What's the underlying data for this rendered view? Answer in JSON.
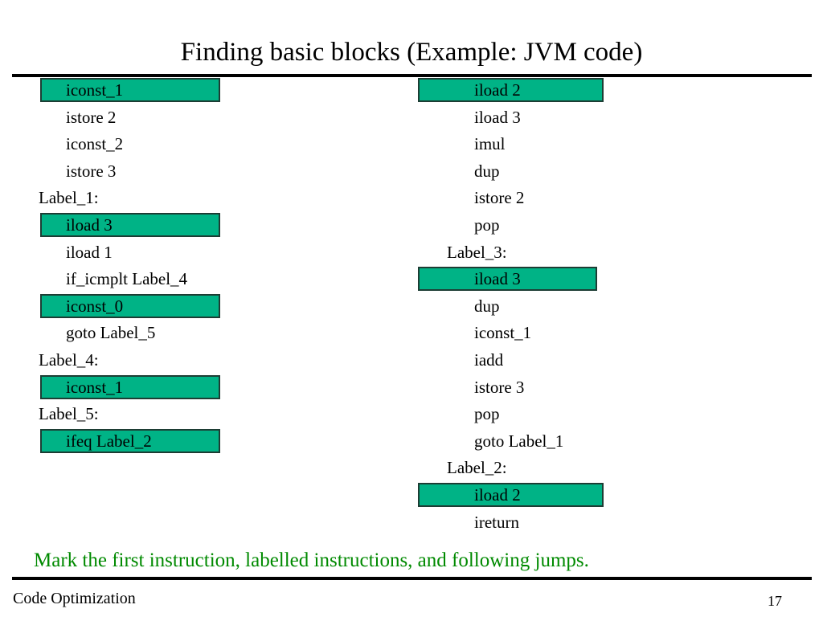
{
  "slide": {
    "title": "Finding basic blocks (Example: JVM code)",
    "caption": "Mark the first instruction, labelled instructions, and following jumps.",
    "marked_color": "#00B386",
    "caption_color": "#008A00",
    "footer": {
      "left_label": "Code Optimization",
      "page_number": "17"
    }
  },
  "code": {
    "left_column": [
      {
        "text": "iconst_1",
        "kind": "instruction",
        "marked": true
      },
      {
        "text": "istore 2",
        "kind": "instruction",
        "marked": false
      },
      {
        "text": "iconst_2",
        "kind": "instruction",
        "marked": false
      },
      {
        "text": "istore 3",
        "kind": "instruction",
        "marked": false
      },
      {
        "text": "Label_1:",
        "kind": "label",
        "marked": false
      },
      {
        "text": "iload 3",
        "kind": "instruction",
        "marked": true
      },
      {
        "text": "iload 1",
        "kind": "instruction",
        "marked": false
      },
      {
        "text": "if_icmplt Label_4",
        "kind": "instruction",
        "marked": false
      },
      {
        "text": "iconst_0",
        "kind": "instruction",
        "marked": true
      },
      {
        "text": "goto Label_5",
        "kind": "instruction",
        "marked": false
      },
      {
        "text": "Label_4:",
        "kind": "label",
        "marked": false
      },
      {
        "text": "iconst_1",
        "kind": "instruction",
        "marked": true
      },
      {
        "text": "Label_5:",
        "kind": "label",
        "marked": false
      },
      {
        "text": "ifeq Label_2",
        "kind": "instruction",
        "marked": true
      }
    ],
    "right_column": [
      {
        "text": "iload 2",
        "kind": "instruction",
        "marked": true
      },
      {
        "text": "iload 3",
        "kind": "instruction",
        "marked": false
      },
      {
        "text": "imul",
        "kind": "instruction",
        "marked": false
      },
      {
        "text": "dup",
        "kind": "instruction",
        "marked": false
      },
      {
        "text": "istore 2",
        "kind": "instruction",
        "marked": false
      },
      {
        "text": "pop",
        "kind": "instruction",
        "marked": false
      },
      {
        "text": "Label_3:",
        "kind": "label",
        "marked": false
      },
      {
        "text": "iload 3",
        "kind": "instruction",
        "marked": true
      },
      {
        "text": "dup",
        "kind": "instruction",
        "marked": false
      },
      {
        "text": "iconst_1",
        "kind": "instruction",
        "marked": false
      },
      {
        "text": "iadd",
        "kind": "instruction",
        "marked": false
      },
      {
        "text": "istore 3",
        "kind": "instruction",
        "marked": false
      },
      {
        "text": "pop",
        "kind": "instruction",
        "marked": false
      },
      {
        "text": "goto Label_1",
        "kind": "instruction",
        "marked": false
      },
      {
        "text": "Label_2:",
        "kind": "label",
        "marked": false
      },
      {
        "text": "iload 2",
        "kind": "instruction",
        "marked": true
      },
      {
        "text": "ireturn",
        "kind": "instruction",
        "marked": false
      }
    ]
  }
}
